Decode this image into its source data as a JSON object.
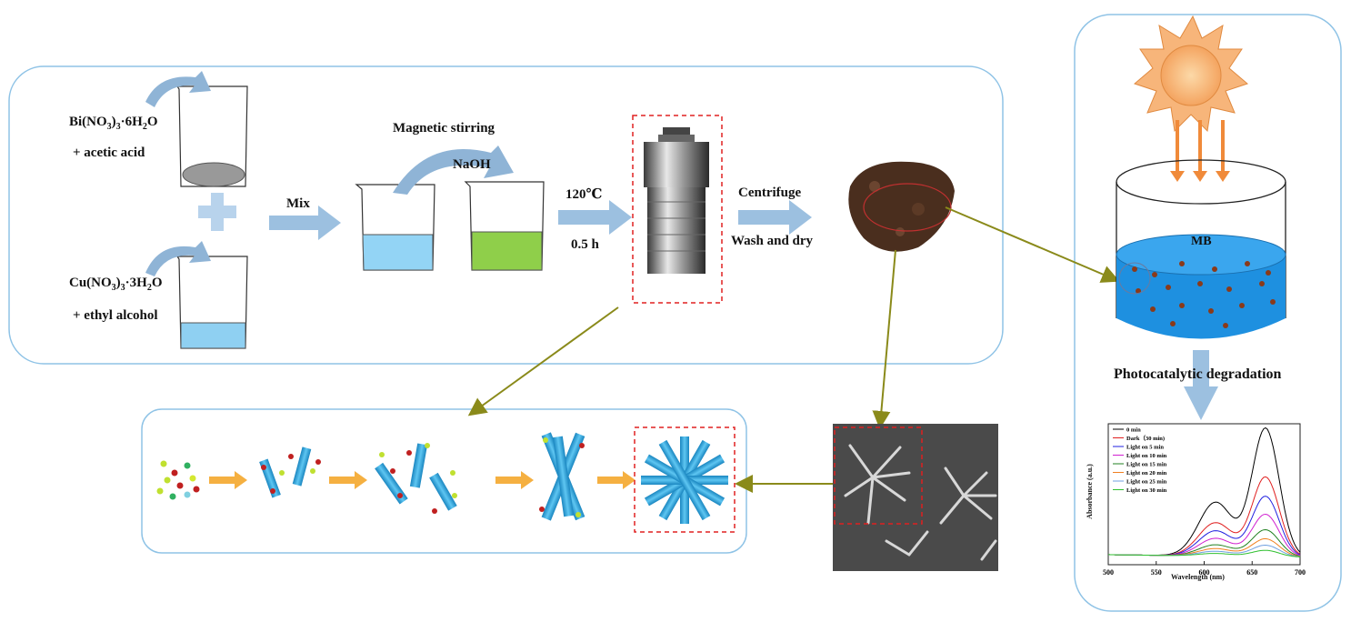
{
  "synthesis": {
    "bi_formula_main": "Bi(NO",
    "bi_formula_sub1": "3",
    "bi_formula_mid": ")",
    "bi_formula_sub2": "3",
    "bi_formula_rest": "·6H",
    "bi_formula_sub3": "2",
    "bi_formula_end": "O",
    "bi_solvent": "+ acetic acid",
    "cu_formula_main": "Cu(NO",
    "cu_formula_sub1": "3",
    "cu_formula_mid": ")",
    "cu_formula_sub2": "3",
    "cu_formula_rest": "·3H",
    "cu_formula_sub3": "2",
    "cu_formula_end": "O",
    "cu_solvent": "+ ethyl alcohol",
    "mix_label": "Mix",
    "stirring_label": "Magnetic stirring",
    "naoh_label": "NaOH",
    "temperature_label": "120℃",
    "time_label": "0.5 h",
    "centrifuge_label": "Centrifuge",
    "wash_label": "Wash and dry"
  },
  "photocatalysis": {
    "mb_label": "MB",
    "degradation_label": "Photocatalytic degradation"
  },
  "colors": {
    "panel_border": "#8fc3e6",
    "arrow_blue": "#9cc0e0",
    "olive_arrow": "#8a8a1a",
    "orange_arrow": "#f5b041",
    "rod_blue": "#2e9fd6",
    "red_dash": "#e02020",
    "sun": "#f4a460",
    "mb_blue": "#1e90e0"
  },
  "chart_data": {
    "type": "line",
    "xlabel": "Wavelength (nm)",
    "ylabel": "Absorbance (a.u.)",
    "xlim": [
      500,
      700
    ],
    "x_ticks": [
      "500",
      "550",
      "600",
      "650",
      "700"
    ],
    "legend_position": "top-left",
    "series": [
      {
        "name": "0 min",
        "color": "#000000",
        "peak": 1.0
      },
      {
        "name": "Dark（30 min)",
        "color": "#e02020",
        "peak": 0.62
      },
      {
        "name": "Light on 5 min",
        "color": "#2020e0",
        "peak": 0.47
      },
      {
        "name": "Light on 10 min",
        "color": "#d020d0",
        "peak": 0.33
      },
      {
        "name": "Light on 15 min",
        "color": "#208020",
        "peak": 0.21
      },
      {
        "name": "Light on 20 min",
        "color": "#f08020",
        "peak": 0.14
      },
      {
        "name": "Light on 25 min",
        "color": "#70a0e0",
        "peak": 0.09
      },
      {
        "name": "Light on 30 min",
        "color": "#30c030",
        "peak": 0.05
      }
    ]
  }
}
